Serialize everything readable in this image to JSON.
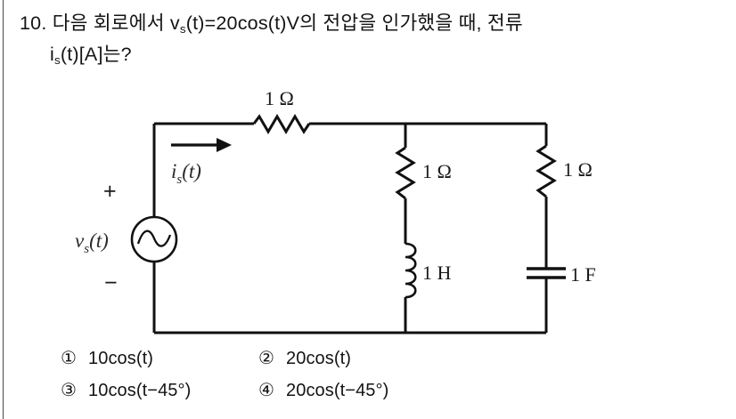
{
  "question": {
    "number": "10.",
    "line1_pre": "다음 회로에서 v",
    "line1_sub": "s",
    "line1_post": "(t)=20cos(t)V의 전압을 인가했을 때, 전류",
    "line2_pre": "i",
    "line2_sub": "s",
    "line2_post": "(t)[A]는?"
  },
  "circuit": {
    "source": {
      "label_pre": "v",
      "label_sub": "s",
      "label_post": "(t)",
      "plus_sign": "+",
      "minus_sign": "−",
      "symbol": "ac-voltage-source"
    },
    "current_arrow": {
      "label_pre": "i",
      "label_sub": "s",
      "label_post": "(t)",
      "direction": "right"
    },
    "components": [
      {
        "id": "series-resistor",
        "symbol": "resistor",
        "label": "1 Ω",
        "orientation": "horizontal"
      },
      {
        "id": "middle-resistor",
        "symbol": "resistor",
        "label": "1 Ω",
        "orientation": "vertical"
      },
      {
        "id": "middle-inductor",
        "symbol": "inductor",
        "label": "1 H",
        "orientation": "vertical"
      },
      {
        "id": "right-resistor",
        "symbol": "resistor",
        "label": "1 Ω",
        "orientation": "vertical"
      },
      {
        "id": "right-capacitor",
        "symbol": "capacitor",
        "label": "1 F",
        "orientation": "vertical"
      }
    ],
    "line_color": "#111111"
  },
  "choices": [
    {
      "marker": "①",
      "text": "10cos(t)"
    },
    {
      "marker": "②",
      "text": "20cos(t)"
    },
    {
      "marker": "③",
      "text": "10cos(t−45°)"
    },
    {
      "marker": "④",
      "text": "20cos(t−45°)"
    }
  ]
}
